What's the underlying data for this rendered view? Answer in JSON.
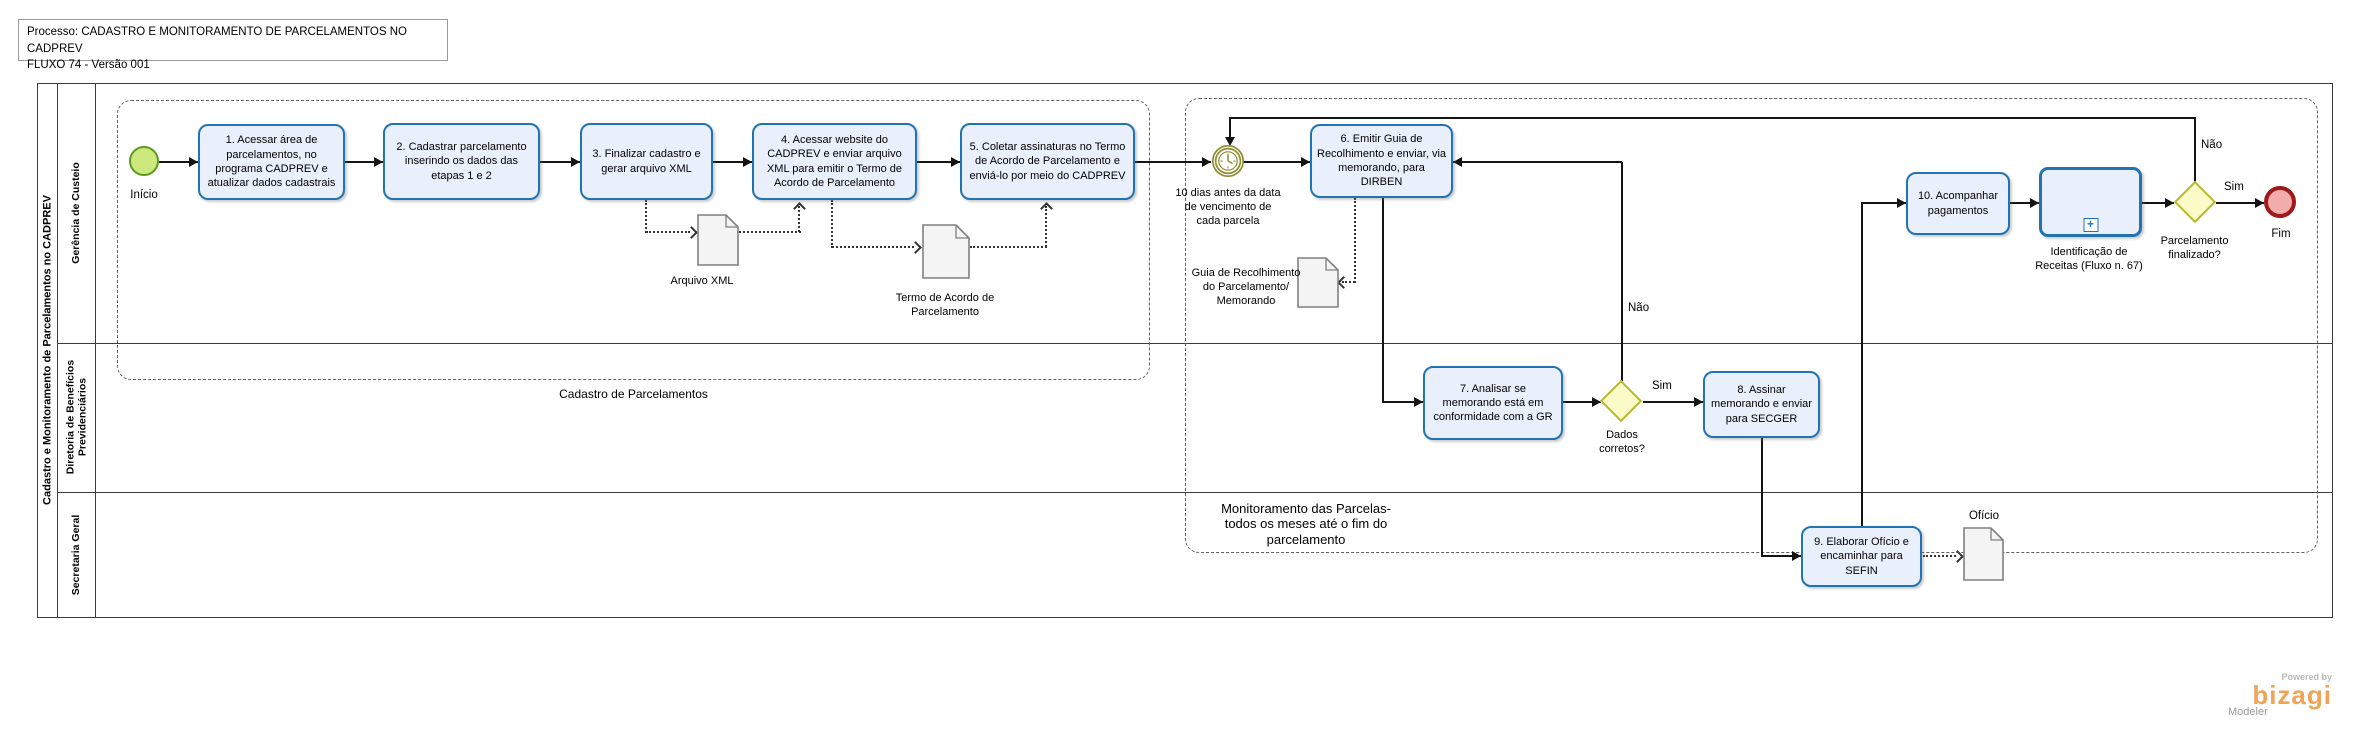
{
  "header": {
    "process": "Processo: CADASTRO E MONITORAMENTO DE PARCELAMENTOS NO CADPREV",
    "version": "FLUXO 74 - Versão 001"
  },
  "pool": {
    "label": "Cadastro e Monitoramento de Parcelamentos no CADPREV",
    "lanes": [
      {
        "label": "Gerência de Custeio"
      },
      {
        "label": "Diretoria de Benefícios Previdenciários"
      },
      {
        "label": "Secretaria Geral"
      }
    ]
  },
  "groups": [
    {
      "label": "Cadastro de Parcelamentos"
    },
    {
      "label": "Monitoramento das Parcelas- todos os meses até o fim do parcelamento"
    }
  ],
  "events": {
    "start": "Início",
    "timer": "10 dias antes da data de vencimento de cada parcela",
    "end": "Fim"
  },
  "tasks": {
    "t1": "1. Acessar área de parcelamentos, no programa CADPREV e atualizar dados cadastrais",
    "t2": "2. Cadastrar parcelamento inserindo os dados das etapas 1 e 2",
    "t3": "3. Finalizar cadastro e gerar arquivo XML",
    "t4": "4. Acessar website do CADPREV e enviar arquivo XML para emitir o Termo de Acordo de Parcelamento",
    "t5": "5. Coletar assinaturas no Termo de Acordo de Parcelamento e enviá-lo por meio do CADPREV",
    "t6": "6. Emitir Guia de Recolhimento e enviar, via memorando, para DIRBEN",
    "t7": "7. Analisar se memorando está em conformidade com a GR",
    "t8": "8. Assinar memorando e enviar para SECGER",
    "t9": "9. Elaborar Ofício e encaminhar para SEFIN",
    "t10": "10. Acompanhar pagamentos",
    "sub": "Identificação de Receitas (Fluxo n. 67)"
  },
  "gateways": {
    "g1": "Dados corretos?",
    "g2": "Parcelamento finalizado?",
    "yes": "Sim",
    "no": "Não"
  },
  "documents": {
    "xml": "Arquivo XML",
    "termo": "Termo de Acordo de Parcelamento",
    "guia": "Guia de Recolhimento do Parcelamento/ Memorando",
    "oficio": "Ofício"
  },
  "branding": {
    "powered_by": "Powered by",
    "brand": "bizagi",
    "product": "Modeler"
  },
  "colors": {
    "task_fill": "#E9EFFB",
    "task_border": "#2273B4",
    "start_fill": "#CDE97E",
    "start_border": "#5B9B1D",
    "timer_border": "#8E8E30",
    "gateway_fill": "#FBFBC9",
    "gateway_border": "#B9B92F",
    "end_fill": "#F1ACAB",
    "end_border": "#9C1A1A",
    "document_fill": "#F4F4F4",
    "document_border": "#808080",
    "brand_orange": "#F0A455"
  }
}
